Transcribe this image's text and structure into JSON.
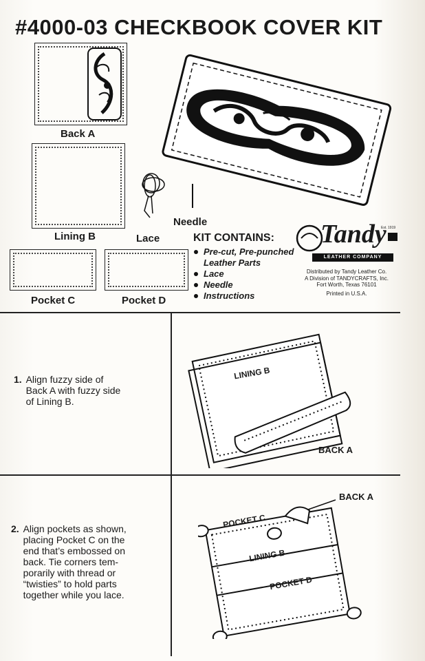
{
  "title": "#4000-03 CHECKBOOK COVER KIT",
  "parts": {
    "back_a": "Back A",
    "lining_b": "Lining B",
    "lace": "Lace",
    "needle": "Needle",
    "pocket_c": "Pocket C",
    "pocket_d": "Pocket D"
  },
  "kit_contents": {
    "heading": "KIT CONTAINS:",
    "items": [
      "Pre-cut, Pre-punched",
      "Leather Parts",
      "Lace",
      "Needle",
      "Instructions"
    ]
  },
  "brand": {
    "name": "Tandy",
    "established": "Est. 1919",
    "sub": "LEATHER COMPANY",
    "distribution": [
      "Distributed by Tandy Leather Co.",
      "A Division of TANDYCRAFTS, Inc.",
      "Fort Worth, Texas 76101"
    ],
    "printed": "Printed in U.S.A."
  },
  "steps": [
    {
      "number": "1.",
      "text": "Align fuzzy side of\nBack A with fuzzy side\nof Lining B."
    },
    {
      "number": "2.",
      "text": "Align pockets as shown,\nplacing Pocket C on the\nend that’s embossed on\nback. Tie corners tem-\nporarily with thread or\n“twisties” to hold parts\ntogether while you lace."
    }
  ],
  "figure1": {
    "lining": "LINING B",
    "back": "BACK A"
  },
  "figure2": {
    "back": "BACK A",
    "pocket_c": "POCKET C",
    "lining": "LINING B",
    "pocket_d": "POCKET D"
  }
}
